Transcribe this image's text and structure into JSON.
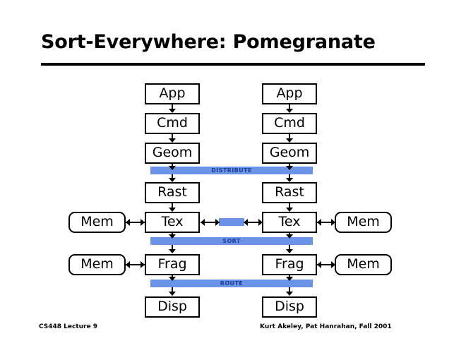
{
  "slide": {
    "title": "Sort-Everywhere: Pomegranate",
    "background_color": "#ffffff",
    "rule_color": "#000000"
  },
  "theme": {
    "box_border_color": "#000000",
    "box_fill_color": "#ffffff",
    "network_bar_color": "#6b93e8",
    "network_label_color": "#1f3f9e",
    "arrow_color": "#000000"
  },
  "diagram": {
    "type": "pipeline-block-diagram",
    "description": "Two parallel graphics pipelines connected by three interconnection networks",
    "columns": [
      {
        "id": "left-pipeline",
        "label": "left"
      },
      {
        "id": "right-pipeline",
        "label": "right"
      }
    ],
    "stages": [
      {
        "row": 0,
        "name": "app",
        "label": "App"
      },
      {
        "row": 1,
        "name": "cmd",
        "label": "Cmd"
      },
      {
        "row": 2,
        "name": "geom",
        "label": "Geom"
      },
      {
        "row": 3,
        "name": "rast",
        "label": "Rast"
      },
      {
        "row": 4,
        "name": "tex",
        "label": "Tex"
      },
      {
        "row": 5,
        "name": "frag",
        "label": "Frag"
      },
      {
        "row": 6,
        "name": "disp",
        "label": "Disp"
      }
    ],
    "stage_labels": {
      "app_left": "App",
      "app_right": "App",
      "cmd_left": "Cmd",
      "cmd_right": "Cmd",
      "geom_left": "Geom",
      "geom_right": "Geom",
      "rast_left": "Rast",
      "rast_right": "Rast",
      "tex_left": "Tex",
      "tex_right": "Tex",
      "frag_left": "Frag",
      "frag_right": "Frag",
      "disp_left": "Disp",
      "disp_right": "Disp"
    },
    "memories": {
      "tex_mem_left": "Mem",
      "tex_mem_right": "Mem",
      "frag_mem_left": "Mem",
      "frag_mem_right": "Mem"
    },
    "networks": [
      {
        "name": "distribute",
        "label": "DISTRIBUTE",
        "after_stage": "geom",
        "before_stage": "rast"
      },
      {
        "name": "sort",
        "label": "SORT",
        "after_stage": "tex",
        "before_stage": "frag"
      },
      {
        "name": "route",
        "label": "ROUTE",
        "after_stage": "frag",
        "before_stage": "disp"
      }
    ],
    "texture_link": {
      "name": "texture-interconnect",
      "label": "",
      "between": [
        "tex_left",
        "tex_right"
      ]
    }
  },
  "footer": {
    "left": "CS448 Lecture 9",
    "right": "Kurt Akeley, Pat Hanrahan, Fall 2001"
  }
}
